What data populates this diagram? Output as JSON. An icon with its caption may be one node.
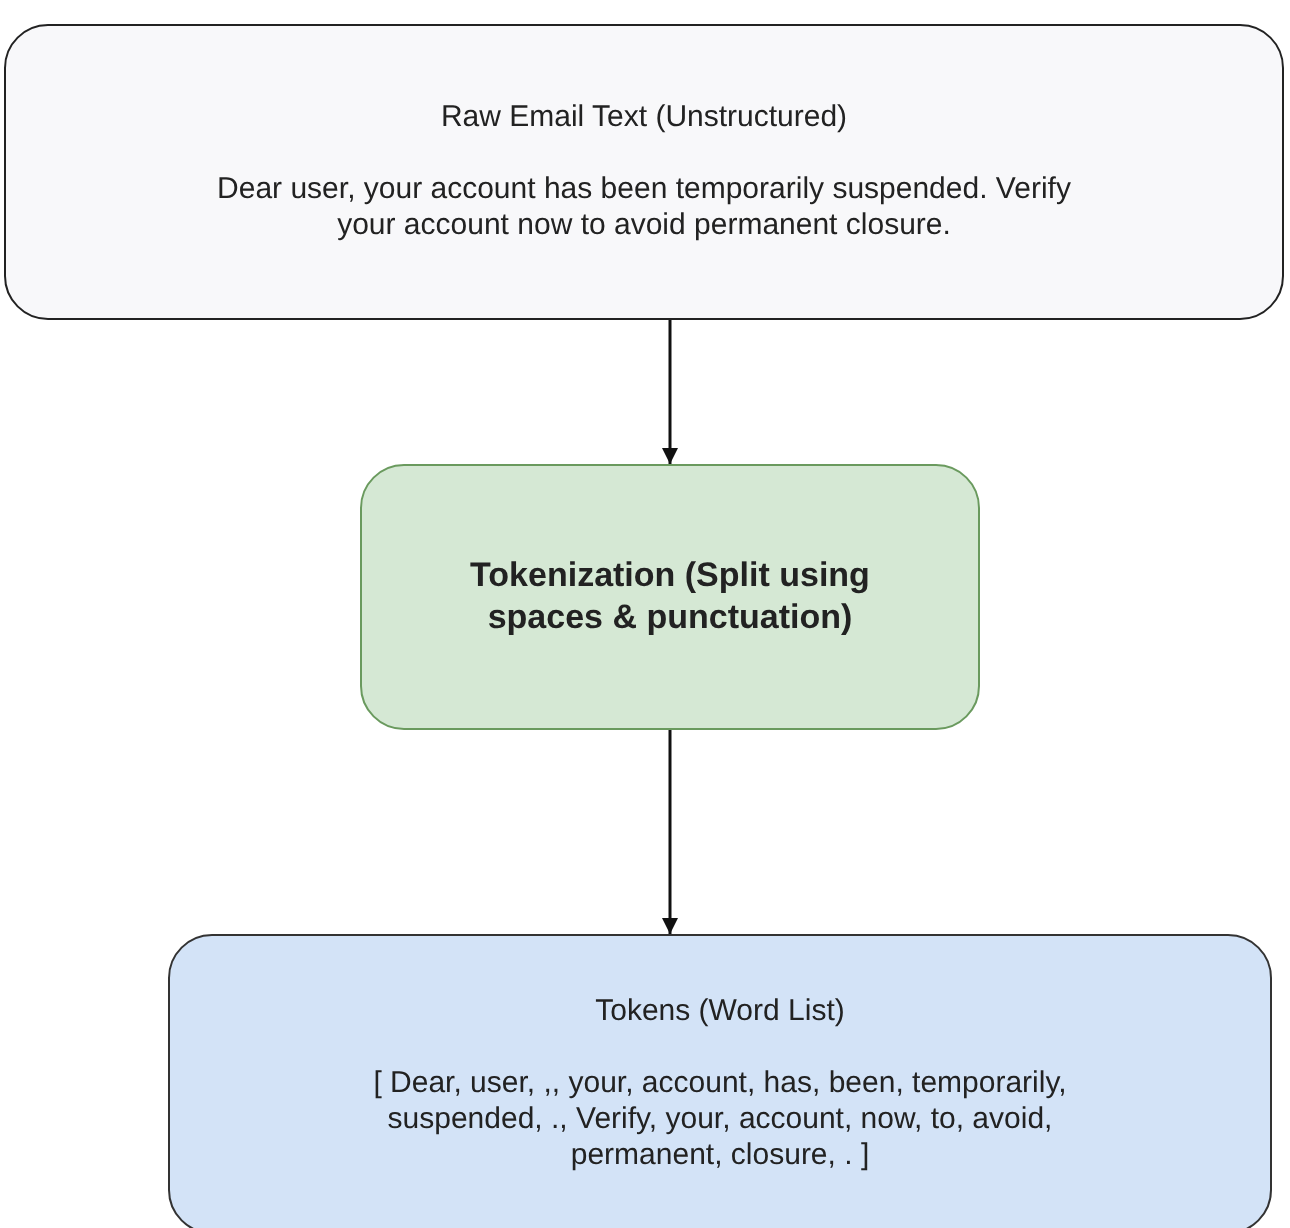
{
  "diagram": {
    "nodes": [
      {
        "text": [
          "Raw Email Text (Unstructured)",
          "Dear user, your account has been temporarily suspended. Verify your account now to avoid permanent closure."
        ]
      },
      {
        "text": [
          "Tokenization (Split using spaces & punctuation)"
        ]
      },
      {
        "text": [
          "Tokens (Word List)",
          "[ Dear, user, ,, your, account, has, been, temporarily, suspended, ., Verify, your, account, now, to, avoid, permanent, closure, . ]"
        ]
      }
    ],
    "edges": [
      {
        "from": 0,
        "to": 1,
        "arrow": "to"
      },
      {
        "from": 1,
        "to": 2,
        "arrow": "to"
      }
    ]
  }
}
